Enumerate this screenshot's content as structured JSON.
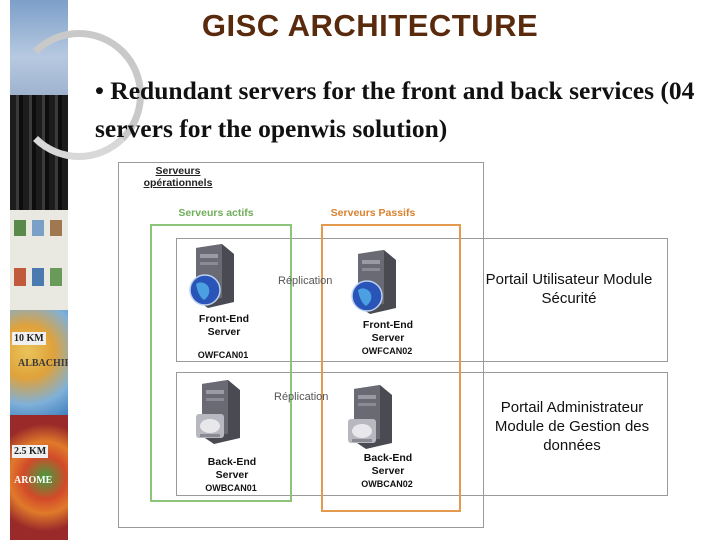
{
  "slide": {
    "title": "GISC ARCHITECTURE",
    "bullet": "• Redundant servers for the front and back services (04 servers for the openwis solution)"
  },
  "sidebar": {
    "tile_labels": [
      "10 KM",
      "ALBACHIR",
      "2.5 KM",
      "AROME"
    ]
  },
  "diagram": {
    "group_label": "Serveurs opérationnels",
    "active_label": "Serveurs actifs",
    "passive_label": "Serveurs Passifs",
    "replication_front": "Réplication",
    "replication_back": "Réplication",
    "front_active": {
      "name": "Front-End Server",
      "code": "OWFCAN01"
    },
    "front_passive": {
      "name": "Front-End Server",
      "code": "OWFCAN02"
    },
    "back_active": {
      "name": "Back-End Server",
      "code": "OWBCAN01"
    },
    "back_passive": {
      "name": "Back-End Server",
      "code": "OWBCAN02"
    },
    "front_services": "Portail Utilisateur Module Sécurité",
    "back_services": "Portail Administrateur Module de Gestion des données"
  },
  "colors": {
    "title": "#5a2a0c",
    "active_border": "#8cc47a",
    "passive_border": "#e39a4c"
  }
}
